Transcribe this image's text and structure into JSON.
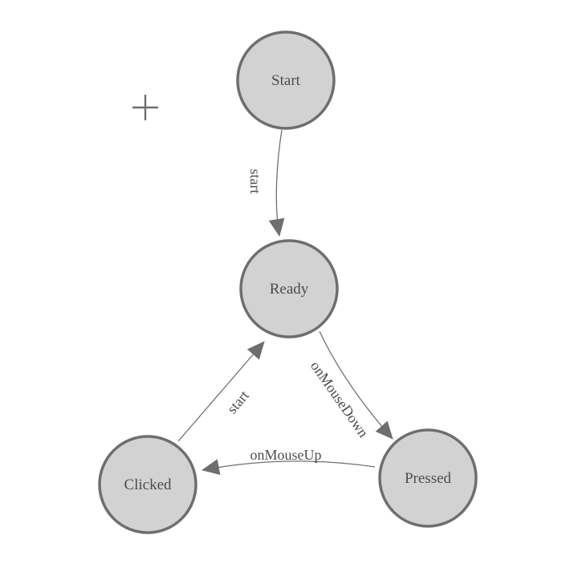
{
  "diagram": {
    "type": "state-machine",
    "nodes": [
      {
        "id": "start",
        "label": "Start"
      },
      {
        "id": "ready",
        "label": "Ready"
      },
      {
        "id": "clicked",
        "label": "Clicked"
      },
      {
        "id": "pressed",
        "label": "Pressed"
      }
    ],
    "edges": [
      {
        "from": "start",
        "to": "ready",
        "label": "start"
      },
      {
        "from": "clicked",
        "to": "ready",
        "label": "start"
      },
      {
        "from": "ready",
        "to": "pressed",
        "label": "onMouseDown"
      },
      {
        "from": "pressed",
        "to": "clicked",
        "label": "onMouseUp"
      }
    ],
    "colors": {
      "node_fill": "#d2d2d2",
      "node_stroke": "#6e6e6e",
      "edge_stroke": "#707070",
      "arrow_fill": "#6e6e6e",
      "label_text": "#4d4d4d",
      "background": "#ffffff"
    },
    "icons": [
      {
        "name": "plus-crosshair-icon"
      }
    ]
  }
}
